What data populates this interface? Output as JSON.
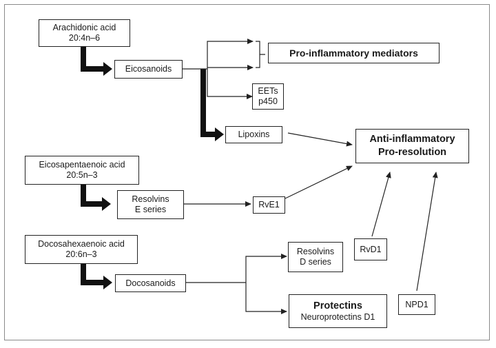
{
  "nodes": {
    "arachidonic": {
      "line1": "Arachidonic acid",
      "line2": "20:4n–6"
    },
    "eicosanoids": {
      "label": "Eicosanoids"
    },
    "pro_inflammatory": {
      "label": "Pro-inflammatory mediators"
    },
    "eets": {
      "line1": "EETs",
      "line2": "p450"
    },
    "lipoxins": {
      "label": "Lipoxins"
    },
    "anti_inflammatory": {
      "line1": "Anti-inflammatory",
      "line2": "Pro-resolution"
    },
    "epa": {
      "line1": "Eicosapentaenoic acid",
      "line2": "20:5n–3"
    },
    "resolvins_e": {
      "line1": "Resolvins",
      "line2": "E series"
    },
    "rve1": {
      "label": "RvE1"
    },
    "dha": {
      "line1": "Docosahexaenoic acid",
      "line2": "20:6n–3"
    },
    "docosanoids": {
      "label": "Docosanoids"
    },
    "resolvins_d": {
      "line1": "Resolvins",
      "line2": "D series"
    },
    "rvd1": {
      "label": "RvD1"
    },
    "protectins": {
      "line1": "Protectins",
      "line2": "Neuroprotectins D1"
    },
    "npd1": {
      "label": "NPD1"
    }
  }
}
